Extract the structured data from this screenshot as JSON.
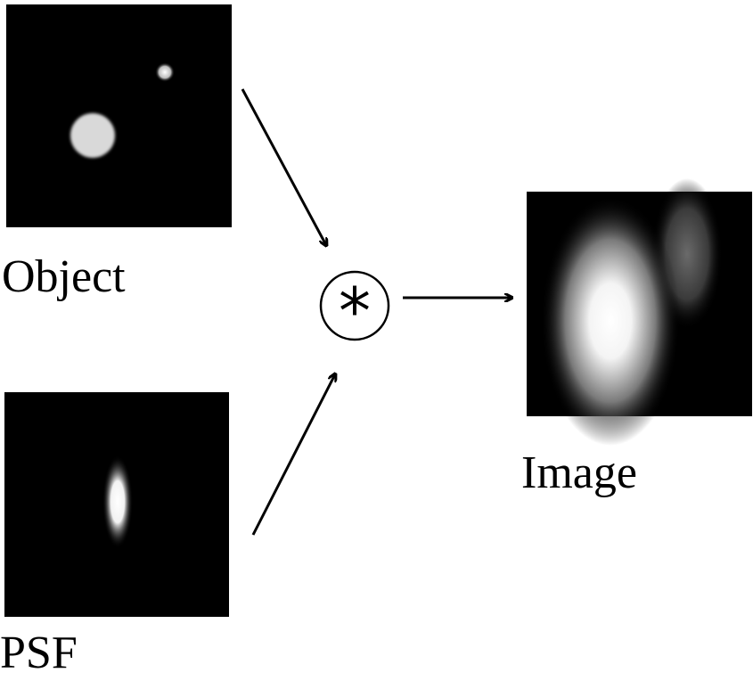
{
  "labels": {
    "object": "Object",
    "psf": "PSF",
    "image": "Image",
    "operator": "*"
  },
  "colors": {
    "panel_background": "#000000",
    "glow": "#ffffff",
    "stroke": "#000000"
  }
}
